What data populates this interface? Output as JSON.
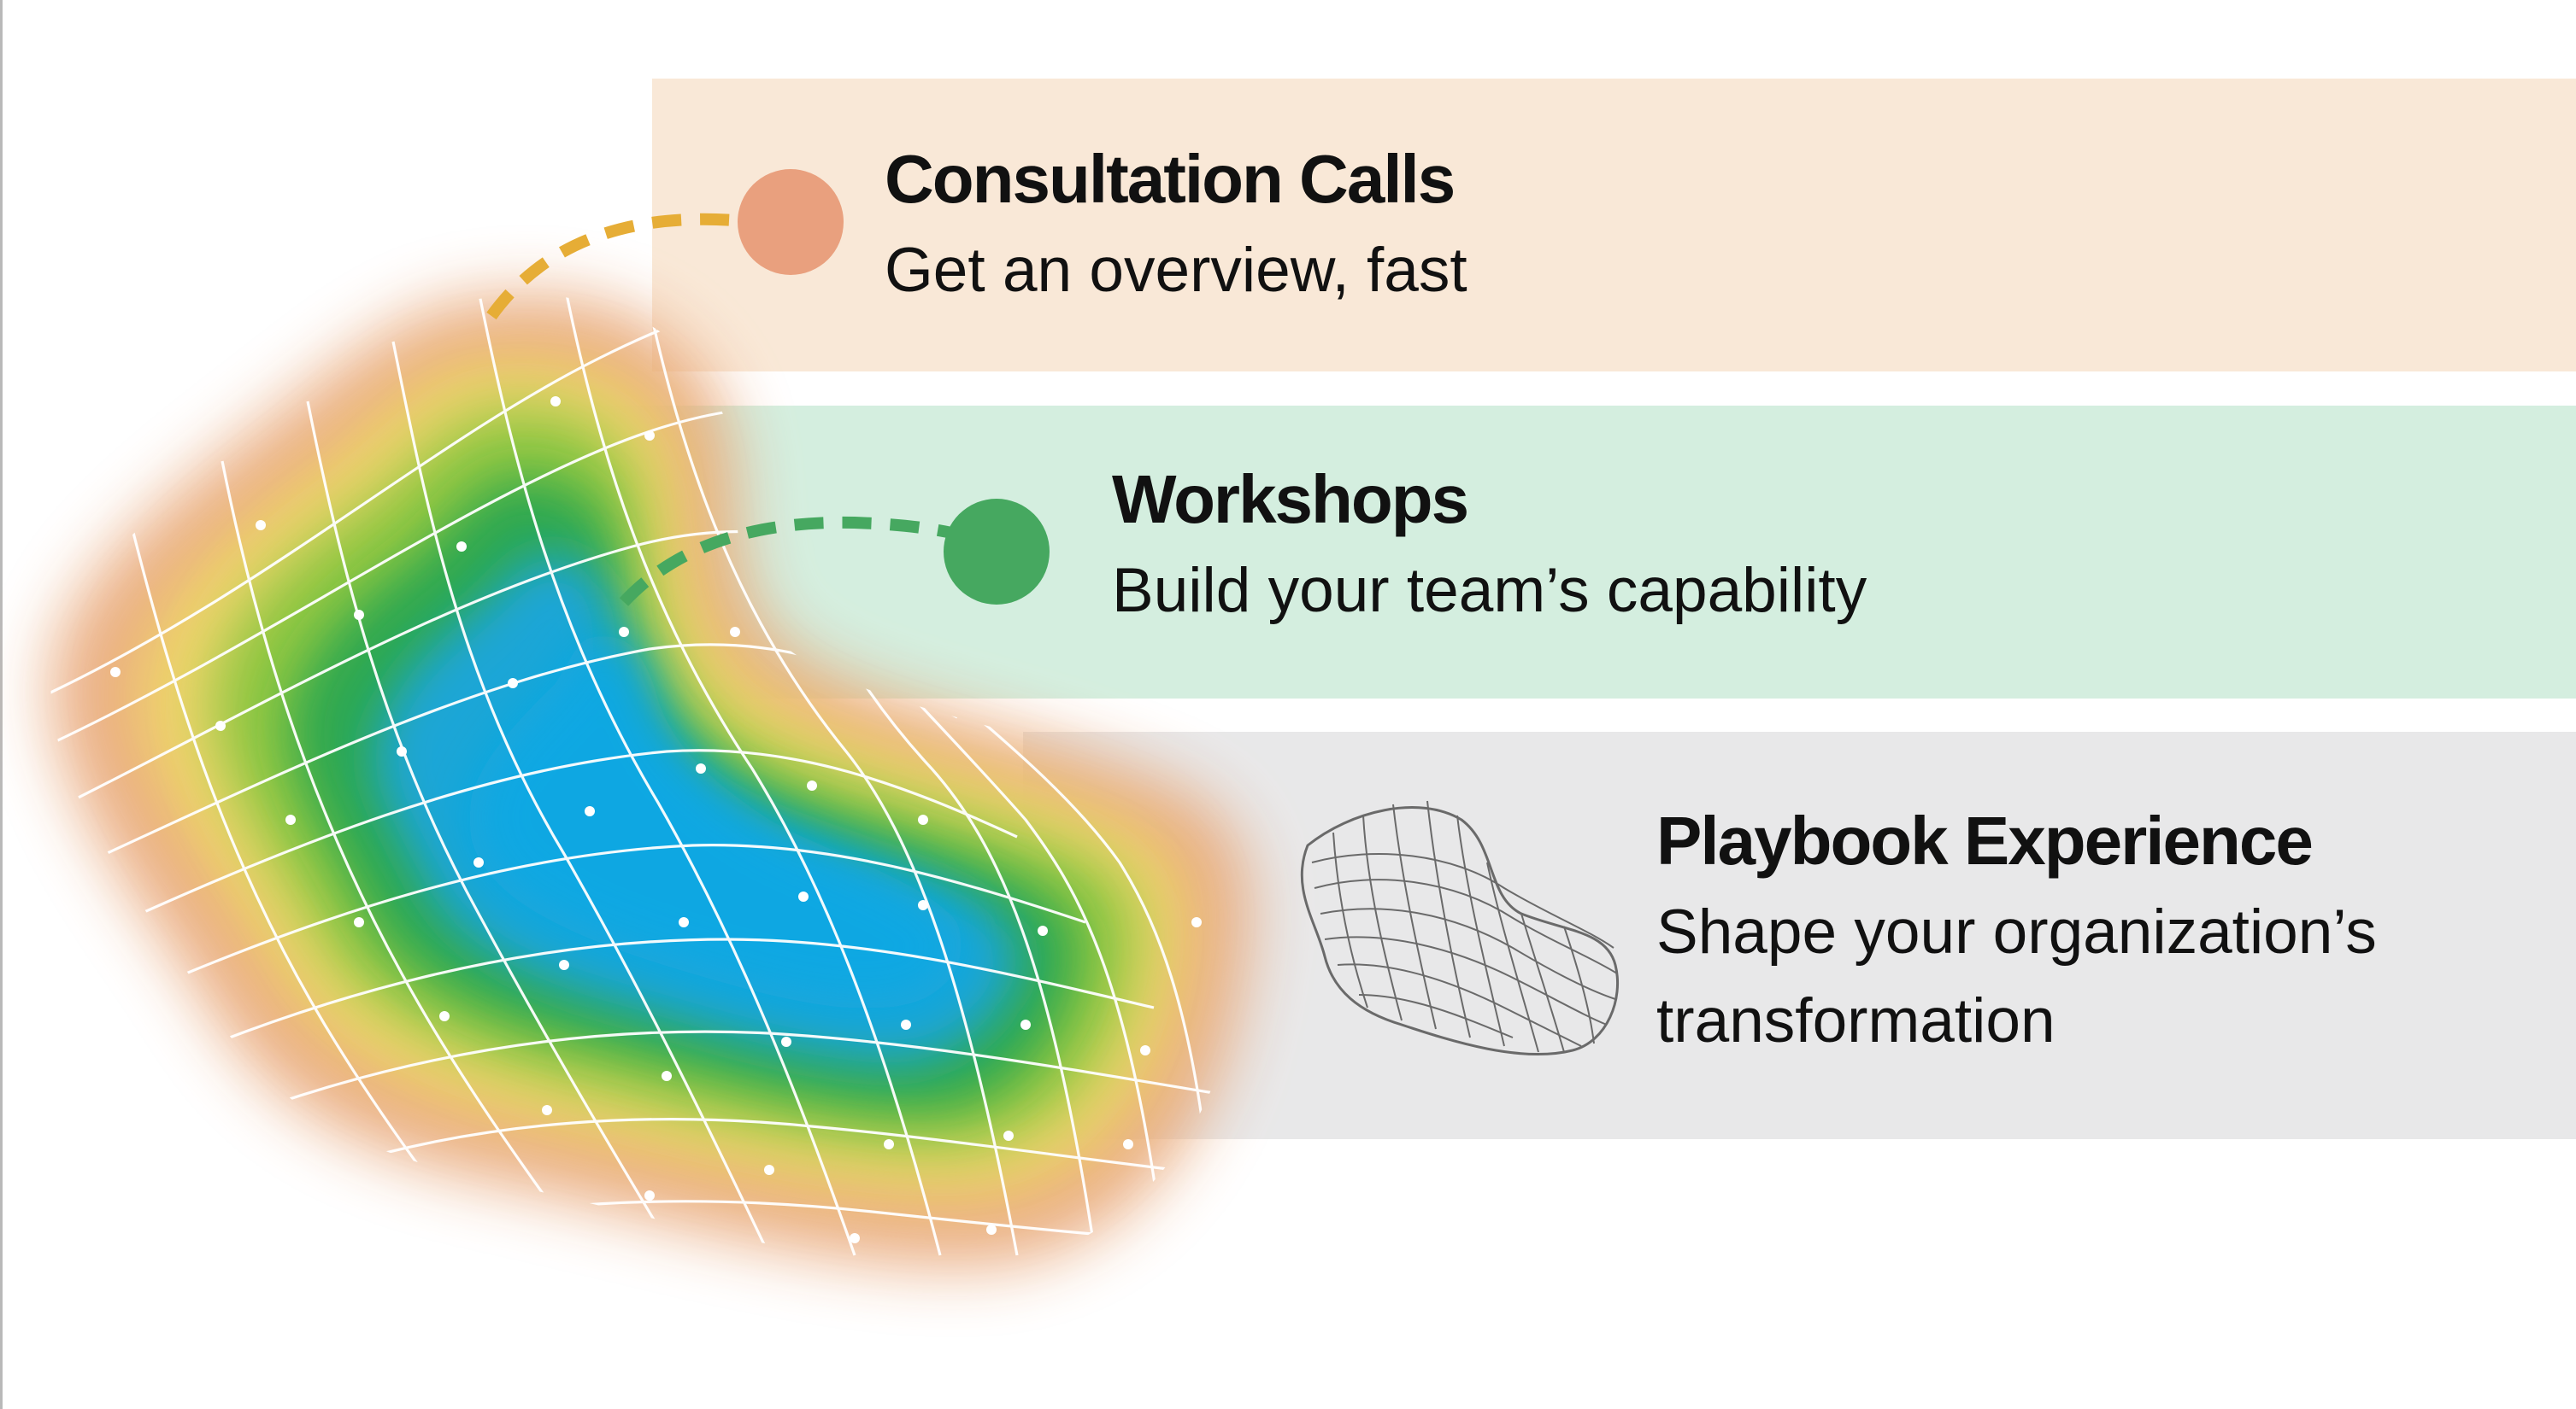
{
  "colors": {
    "band_consultation": "#f9e8d7",
    "band_workshops": "#d4eedf",
    "band_playbook": "#e8e8e9",
    "dot_consultation": "#e9a07e",
    "dot_workshops": "#46a860",
    "connector_consultation": "#e6ad36",
    "connector_workshops": "#46a860"
  },
  "services": [
    {
      "title": "Consultation Calls",
      "subtitle": "Get an overview, fast",
      "marker": "orange-dot-icon"
    },
    {
      "title": "Workshops",
      "subtitle": "Build your team’s capability",
      "marker": "green-dot-icon"
    },
    {
      "title": "Playbook Experience",
      "subtitle": "Shape your organization’s transformation",
      "marker": "wireframe-blob-icon"
    }
  ]
}
